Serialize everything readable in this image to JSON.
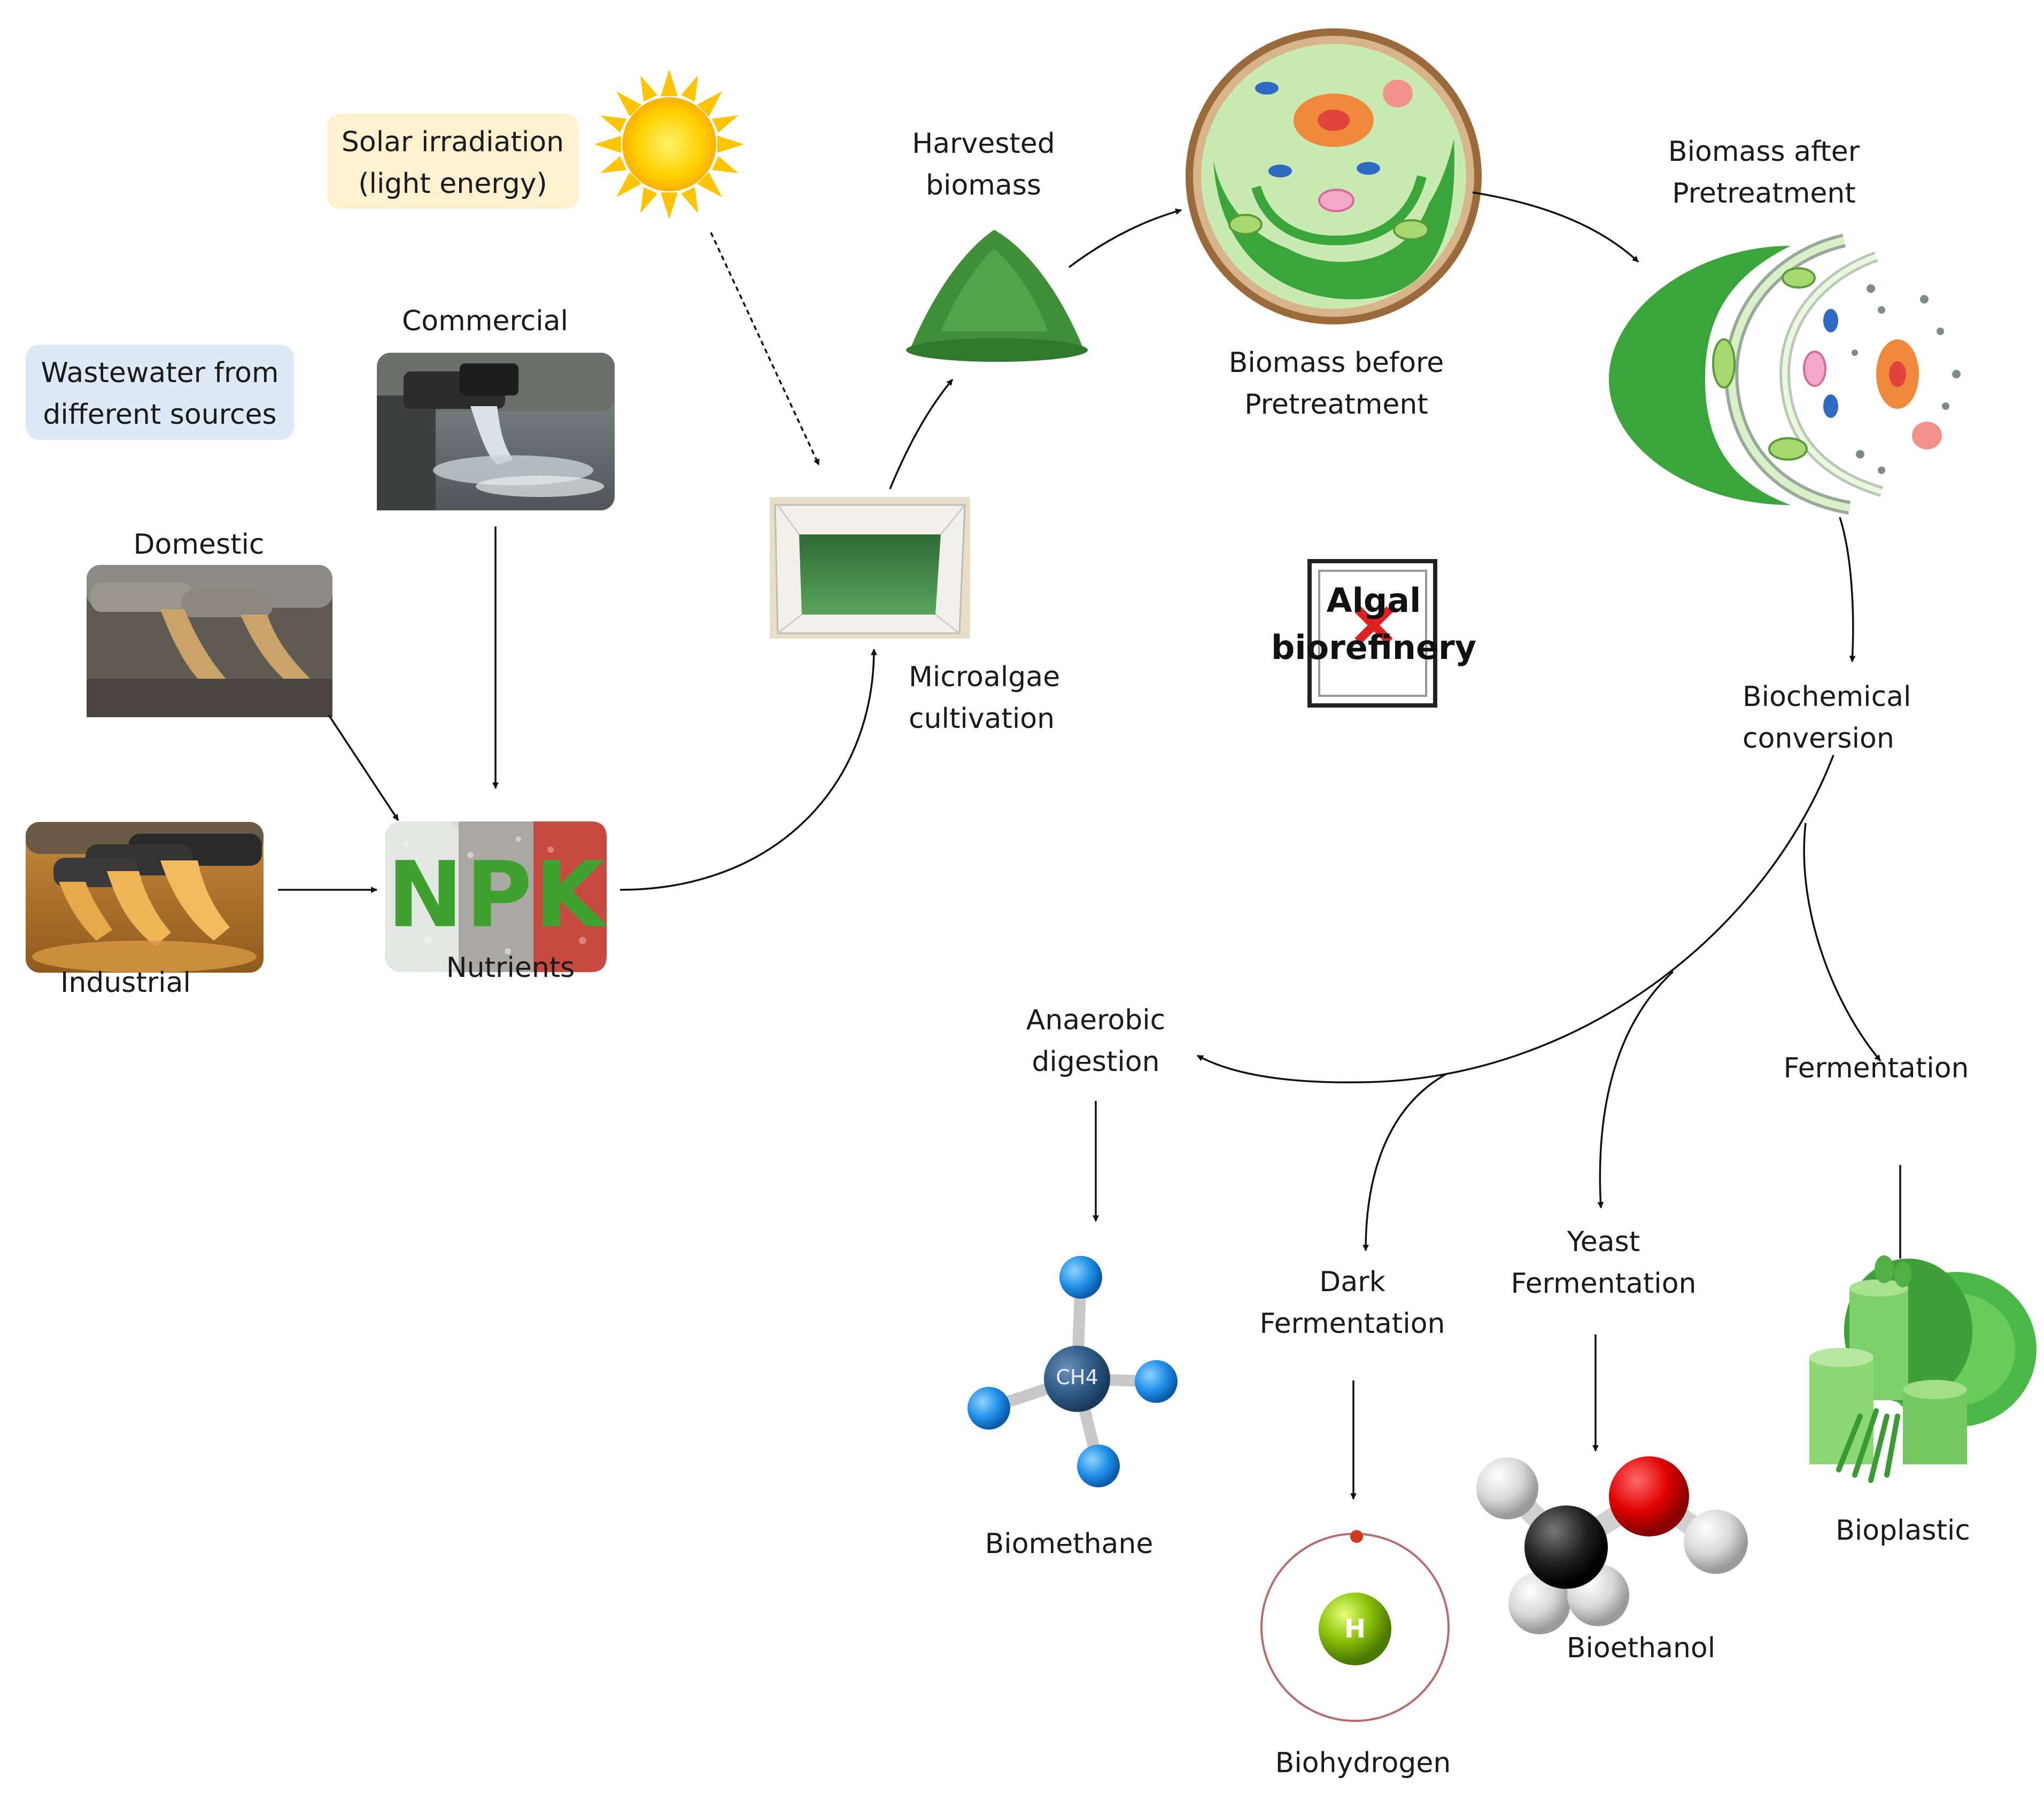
{
  "labels": {
    "solar_line1": "Solar irradiation",
    "solar_line2": "(light energy)",
    "wastewater_line1": "Wastewater from",
    "wastewater_line2": "different sources",
    "commercial": "Commercial",
    "domestic": "Domestic",
    "industrial": "Industrial",
    "nutrients": "Nutrients",
    "npk_n": "N",
    "npk_p": "P",
    "npk_k": "K",
    "microalgae_line1": "Microalgae",
    "microalgae_line2": "cultivation",
    "harvested_line1": "Harvested",
    "harvested_line2": "biomass",
    "before_line1": "Biomass  before",
    "before_line2": "Pretreatment",
    "after_line1": "Biomass  after",
    "after_line2": "Pretreatment",
    "algal_line1": "Algal",
    "algal_line2": "biorefinery",
    "biochem_line1": "Biochemical",
    "biochem_line2": "conversion",
    "anaerobic_line1": "Anaerobic",
    "anaerobic_line2": "digestion",
    "dark_line1": "Dark",
    "dark_line2": "Fermentation",
    "yeast_line1": "Yeast",
    "yeast_line2": "Fermentation",
    "fermentation": "Fermentation",
    "biomethane": "Biomethane",
    "biohydrogen": "Biohydrogen",
    "bioethanol": "Bioethanol",
    "bioplastic": "Bioplastic",
    "ch4": "CH4",
    "h": "H"
  },
  "colors": {
    "solar_box": "#fdf1cf",
    "wastewater_box": "#ddeaf5",
    "algae_green": "#3aa53a",
    "arrow": "#111111"
  }
}
